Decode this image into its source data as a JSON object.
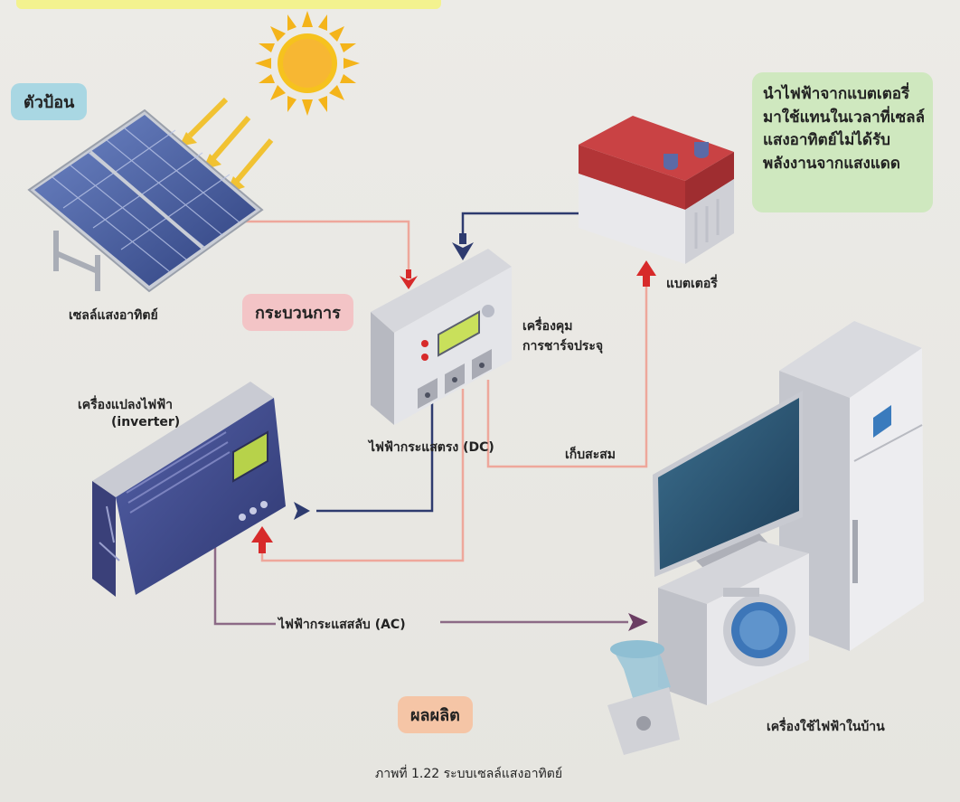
{
  "tags": {
    "input": "ตัวป้อน",
    "process": "กระบวนการ",
    "output": "ผลผลิต"
  },
  "note": {
    "lines": [
      "นำไฟฟ้าจากแบตเตอรี่",
      "มาใช้แทนในเวลาที่เซลล์",
      "แสงอาทิตย์ไม่ได้รับ",
      "พลังงานจากแสงแดด"
    ]
  },
  "labels": {
    "solar_cell": "เซลล์แสงอาทิตย์",
    "controller_line1": "เครื่องคุม",
    "controller_line2": "การชาร์จประจุ",
    "battery": "แบตเตอรี่",
    "inverter_line1": "เครื่องแปลงไฟฟ้า",
    "inverter_line2": "(inverter)",
    "dc": "ไฟฟ้ากระแสตรง (DC)",
    "store": "เก็บสะสม",
    "ac": "ไฟฟ้ากระแสสลับ (AC)",
    "appliances": "เครื่องใช้ไฟฟ้าในบ้าน"
  },
  "caption": "ภาพที่ 1.22 ระบบเซลล์แสงอาทิตย์",
  "colors": {
    "pink_line": "#eea79b",
    "navy_line": "#2e3b6f",
    "purple_line": "#8c6a86",
    "red_arrow": "#d72a2a",
    "sun": "#f4b41a"
  }
}
